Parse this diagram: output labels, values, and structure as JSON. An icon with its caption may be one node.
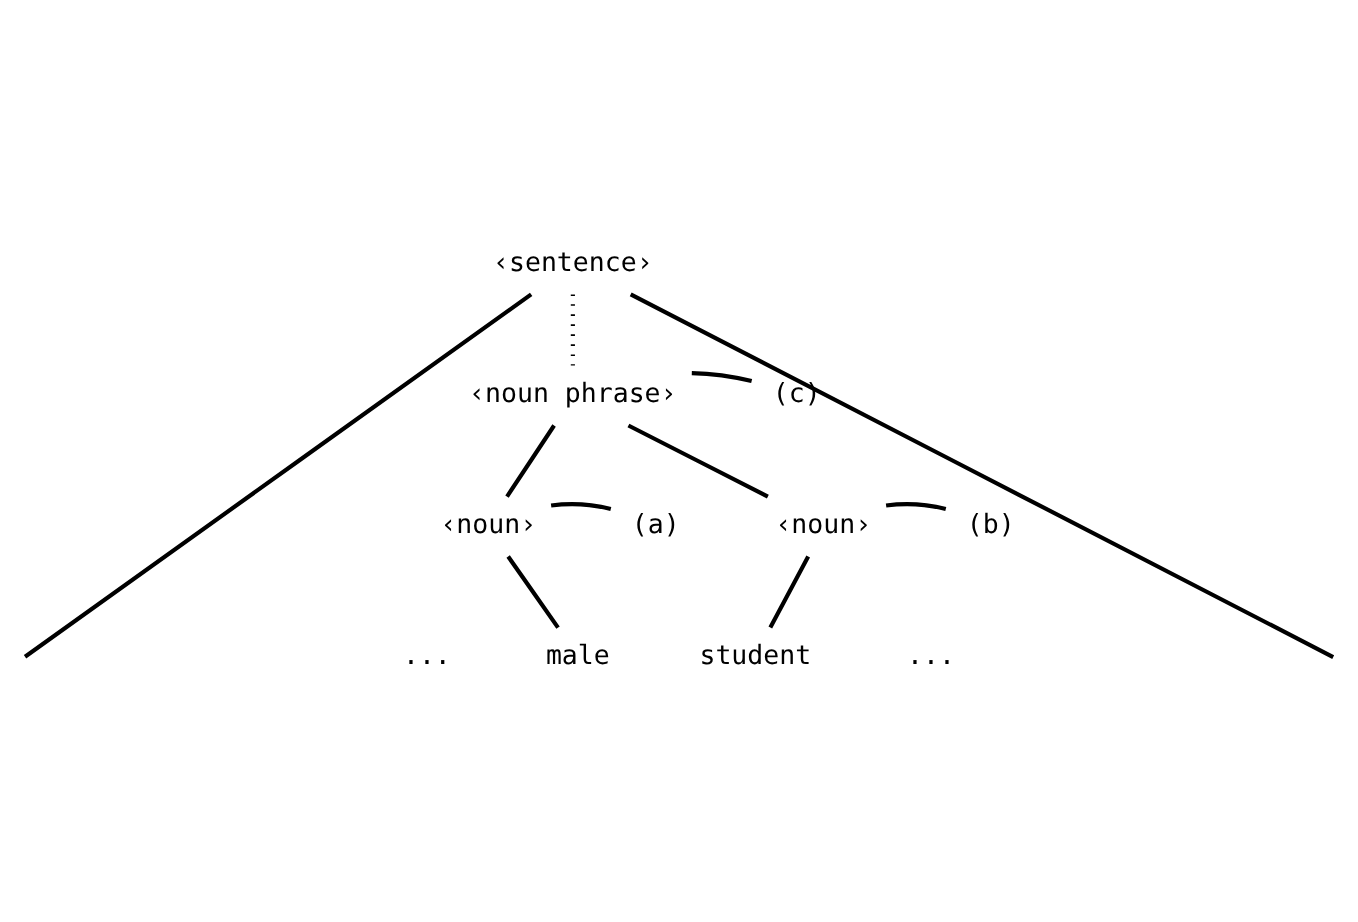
{
  "diagram": {
    "nodes": [
      {
        "text": [
          "‹sentence›"
        ]
      },
      {
        "text": [
          "‹noun phrase›"
        ]
      },
      {
        "text": [
          "‹noun›"
        ]
      },
      {
        "text": [
          "‹noun›"
        ]
      },
      {
        "text": [
          "male"
        ]
      },
      {
        "text": [
          "student"
        ]
      },
      {
        "text": [
          "(c)"
        ]
      },
      {
        "text": [
          "(a)"
        ]
      },
      {
        "text": [
          "(b)"
        ]
      }
    ],
    "edges": [
      {
        "from": 0,
        "to": null,
        "arrow": "none"
      },
      {
        "from": 0,
        "to": 1,
        "arrow": "none",
        "style": "dashed"
      },
      {
        "from": 0,
        "to": null,
        "arrow": "none"
      },
      {
        "from": 1,
        "to": 2,
        "arrow": "none"
      },
      {
        "from": 1,
        "to": 3,
        "arrow": "none"
      },
      {
        "from": 2,
        "to": 4,
        "arrow": "none"
      },
      {
        "from": 3,
        "to": 5,
        "arrow": "none"
      },
      {
        "from": 6,
        "to": 1,
        "arrow": "none"
      },
      {
        "from": 7,
        "to": 2,
        "arrow": "none"
      },
      {
        "from": 8,
        "to": 3,
        "arrow": "none"
      }
    ],
    "labels": [
      "...",
      "..."
    ]
  }
}
